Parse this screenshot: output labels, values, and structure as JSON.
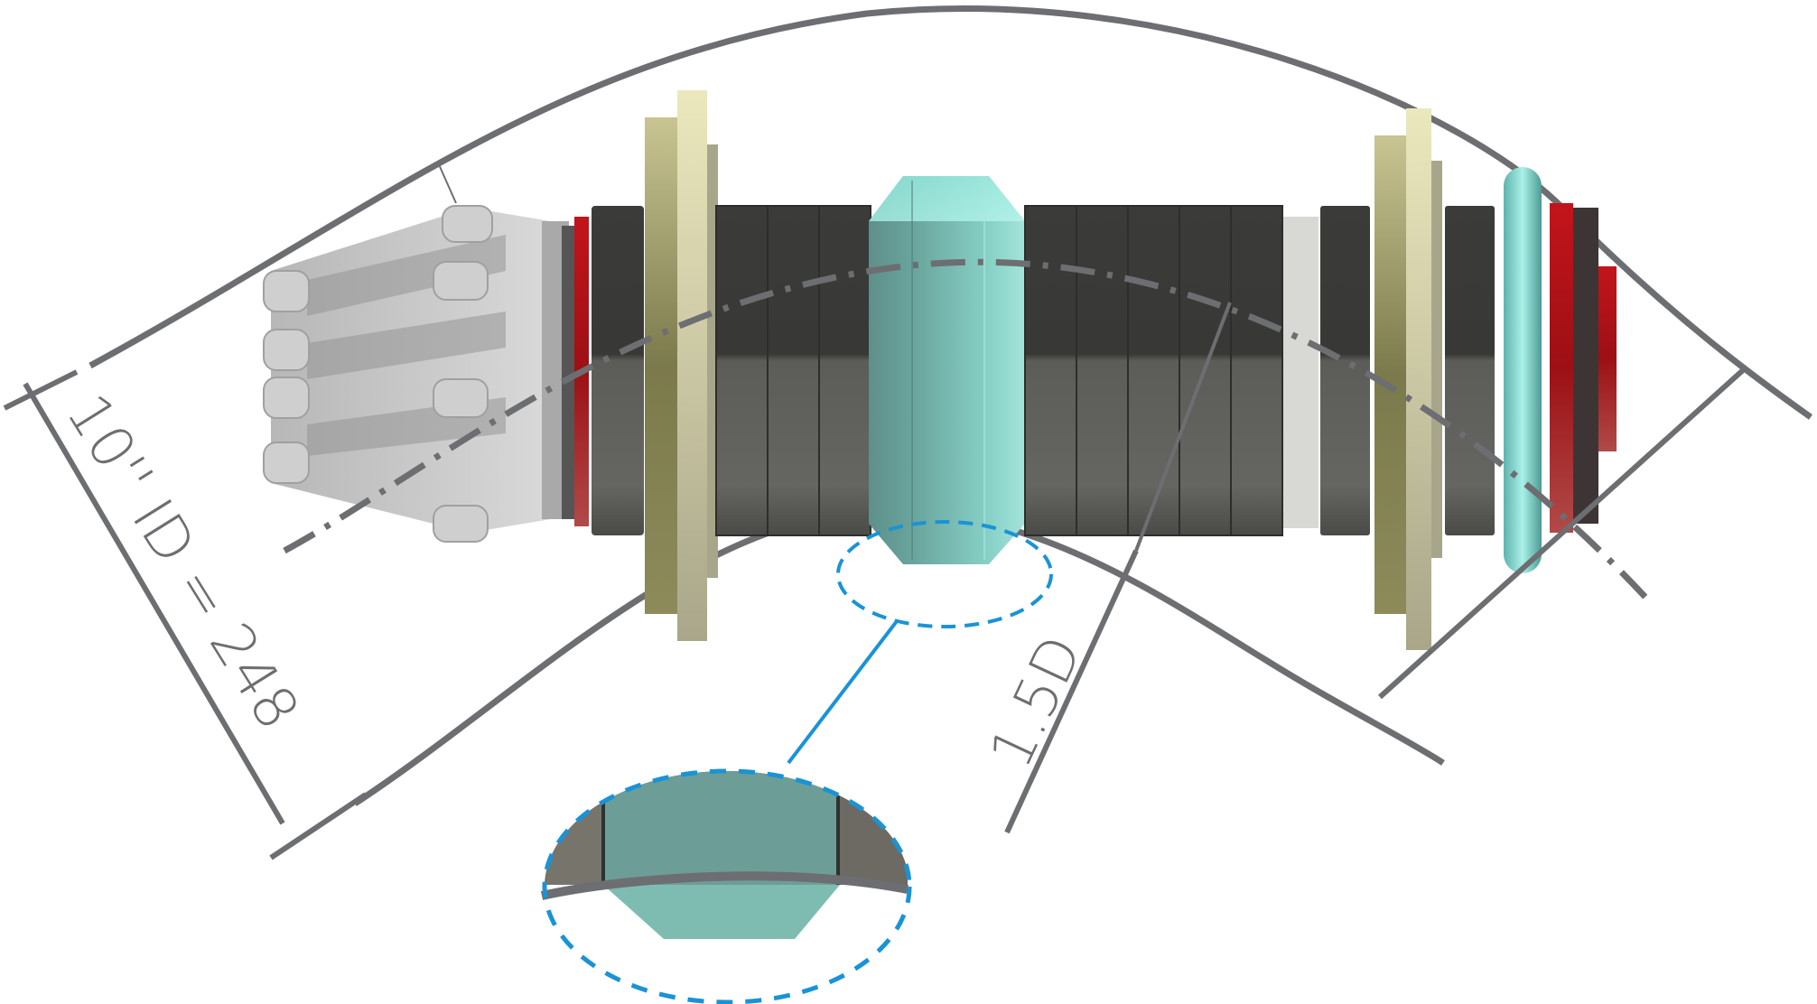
{
  "diagram": {
    "title": "Pipe inspection robot in 1.5D bend",
    "labels": {
      "pipe_diameter": "10'' ID = 248",
      "bend_radius": "1.5D"
    },
    "colors": {
      "line": "#6d6e71",
      "detail_callout": "#1a93d6",
      "bushing": "#7fc4bb",
      "disc_dark": "#3a3a38",
      "disc_light": "#6a6a66",
      "flange_olive": "#8a8a5a",
      "flange_cream": "#d6d3a8",
      "seal_red": "#c0171c",
      "gripper_gray": "#bdbdbd"
    },
    "components": [
      {
        "name": "wheeled-gripper-module"
      },
      {
        "name": "red-seal-plate-front"
      },
      {
        "name": "front-support-flange"
      },
      {
        "name": "stacked-disc-segments-left"
      },
      {
        "name": "central-teal-bushing"
      },
      {
        "name": "stacked-disc-segments-right"
      },
      {
        "name": "rear-support-flange"
      },
      {
        "name": "teal-o-ring"
      },
      {
        "name": "red-seal-plate-rear"
      }
    ],
    "detail_view": {
      "name": "bushing-contact-detail"
    }
  }
}
